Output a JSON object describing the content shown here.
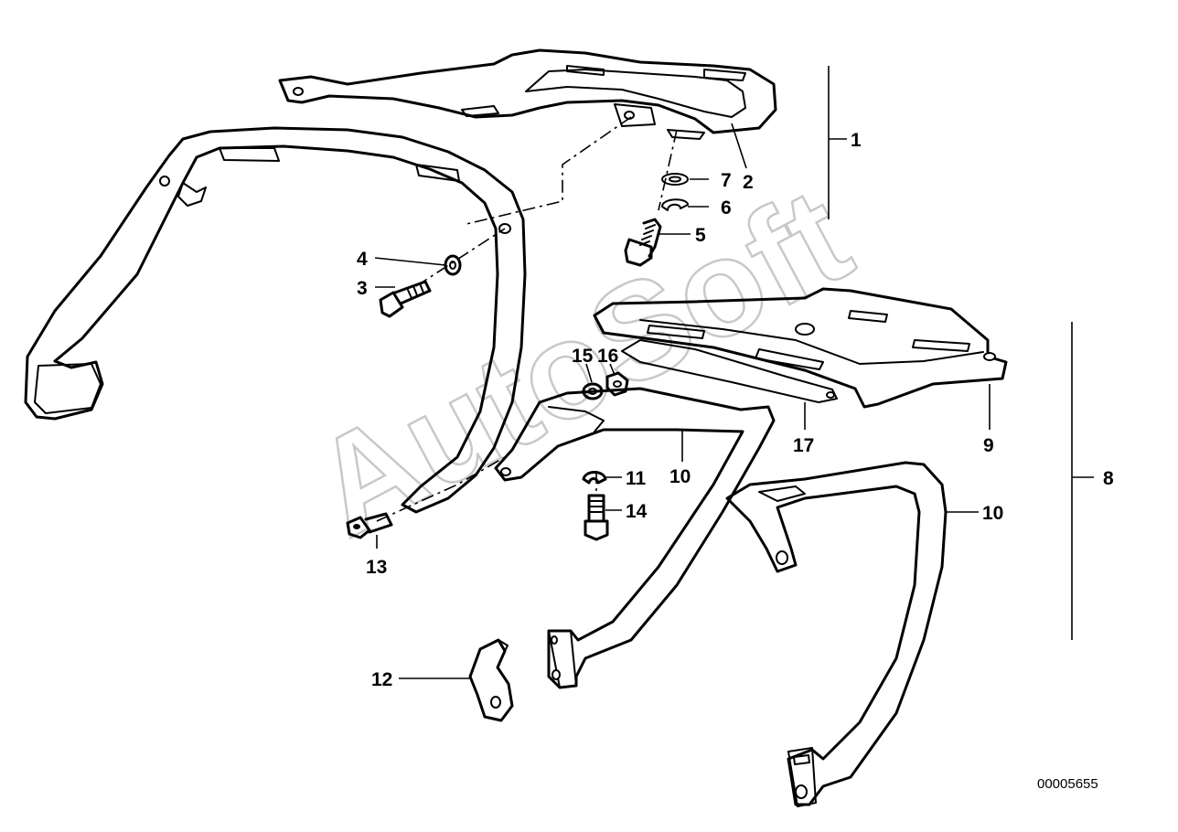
{
  "callouts": [
    {
      "id": "c1",
      "label": "1"
    },
    {
      "id": "c2",
      "label": "2"
    },
    {
      "id": "c3",
      "label": "3"
    },
    {
      "id": "c4",
      "label": "4"
    },
    {
      "id": "c5",
      "label": "5"
    },
    {
      "id": "c6",
      "label": "6"
    },
    {
      "id": "c7",
      "label": "7"
    },
    {
      "id": "c8",
      "label": "8"
    },
    {
      "id": "c9",
      "label": "9"
    },
    {
      "id": "c10a",
      "label": "10"
    },
    {
      "id": "c10b",
      "label": "10"
    },
    {
      "id": "c11",
      "label": "11"
    },
    {
      "id": "c12",
      "label": "12"
    },
    {
      "id": "c13",
      "label": "13"
    },
    {
      "id": "c14",
      "label": "14"
    },
    {
      "id": "c15",
      "label": "15"
    },
    {
      "id": "c16",
      "label": "16"
    },
    {
      "id": "c17",
      "label": "17"
    }
  ],
  "watermark": "AutoSoft",
  "document_number": "00005655",
  "colors": {
    "line": "#000000",
    "background": "#ffffff",
    "watermark": "#c8c8c8"
  }
}
